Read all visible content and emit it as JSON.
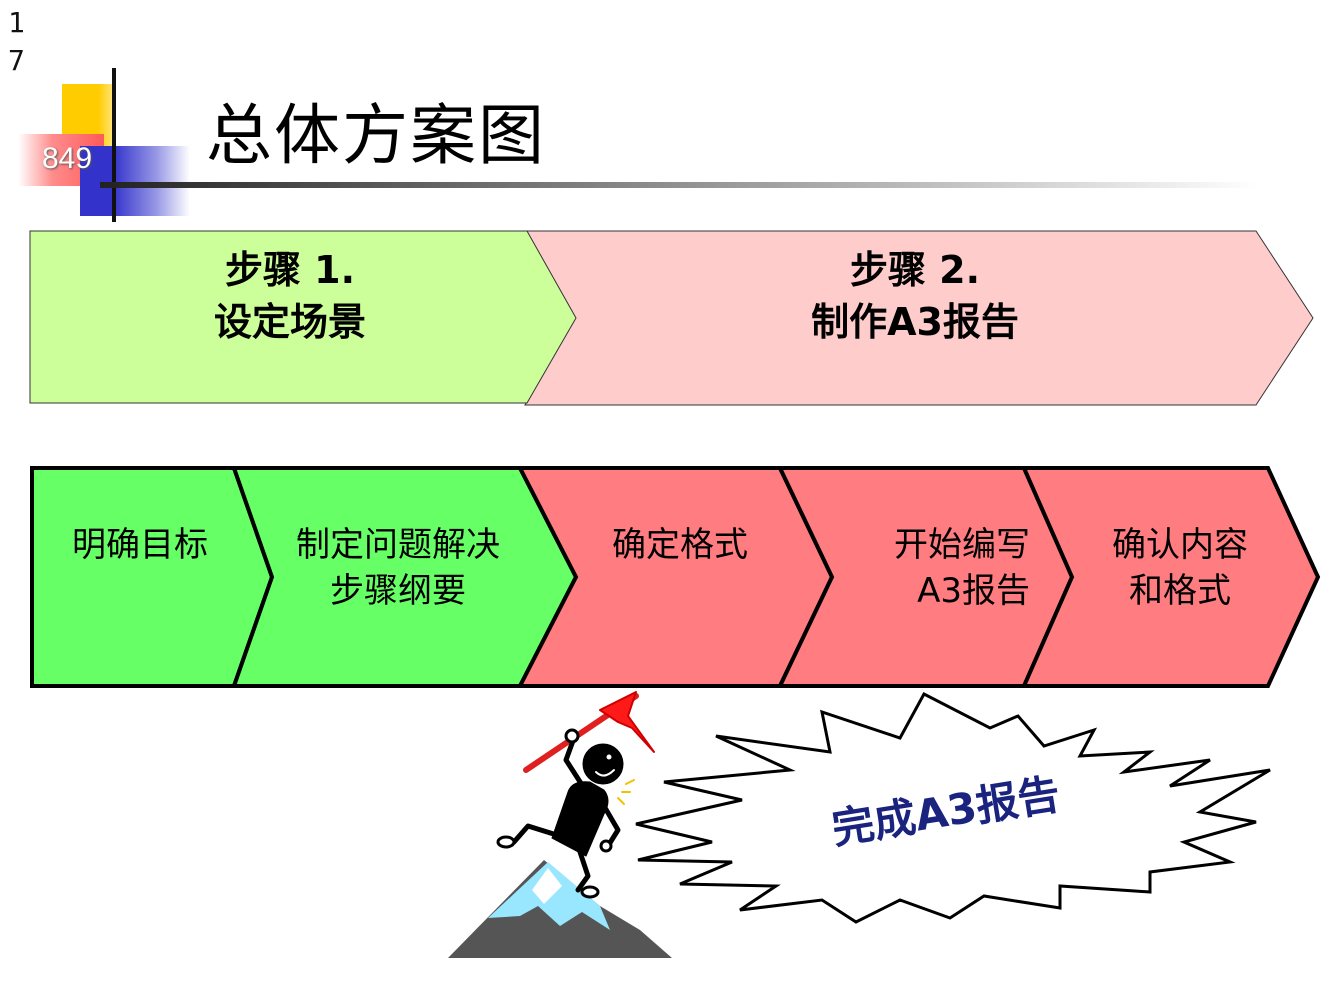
{
  "slide": {
    "number": "17",
    "badge": "849",
    "title": "总体方案图"
  },
  "steps": [
    {
      "heading": "步骤 1.",
      "name": "设定场景",
      "color": "#ccff99"
    },
    {
      "heading": "步骤 2.",
      "name": "制作A3报告",
      "color": "#ffcccc"
    }
  ],
  "substeps": [
    {
      "line1": "明确目标",
      "line2": "",
      "color": "#66ff66"
    },
    {
      "line1": "制定问题解决",
      "line2": "步骤纲要",
      "color": "#66ff66"
    },
    {
      "line1": "确定格式",
      "line2": "",
      "color": "#ff7c80"
    },
    {
      "line1": "开始编写",
      "line2": "A3报告",
      "color": "#ff7c80"
    },
    {
      "line1": "确认内容",
      "line2": "和格式",
      "color": "#ff7c80"
    }
  ],
  "goal": {
    "text": "完成A3报告",
    "icon": "climber-with-flag-icon"
  }
}
